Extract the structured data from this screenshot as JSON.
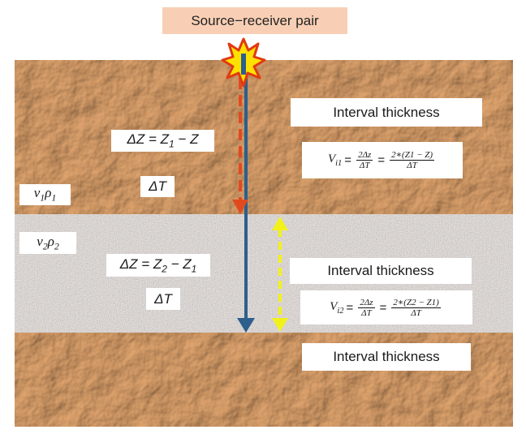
{
  "title": "Source−receiver pair",
  "layers": [
    {
      "name_parts": [
        "v",
        "1",
        "ρ",
        "1"
      ],
      "depth_eq": {
        "lhs": "ΔZ = Z",
        "sub_a": "1",
        "rhs": " − Z",
        "sub_b": ""
      },
      "time": "ΔT",
      "interval_label": "Interval thickness",
      "velocity": {
        "v": "V",
        "sub": "i1",
        "f1_num": "2Δz",
        "f1_den": "ΔT",
        "f2_num": "2∗(Z1 − Z)",
        "f2_den": "ΔT"
      }
    },
    {
      "name_parts": [
        "v",
        "2",
        "ρ",
        "2"
      ],
      "depth_eq": {
        "lhs": "ΔZ = Z",
        "sub_a": "2",
        "rhs": " − Z",
        "sub_b": "1"
      },
      "time": "ΔT",
      "interval_label": "Interval thickness",
      "velocity": {
        "v": "V",
        "sub": "i2",
        "f1_num": "2Δz",
        "f1_den": "ΔT",
        "f2_num": "2∗(Z2 − Z1)",
        "f2_den": "ΔT"
      }
    },
    {
      "interval_label": "Interval thickness"
    }
  ],
  "colors": {
    "title_bg": "#f8cfb4",
    "sand": "#c58a55",
    "gravel": "#9a8f8a",
    "blue_arrow": "#2d5f8c",
    "red_arrow": "#e14a1e",
    "yellow_arrow": "#f2f21a"
  },
  "icons": [
    "explosion-icon"
  ]
}
